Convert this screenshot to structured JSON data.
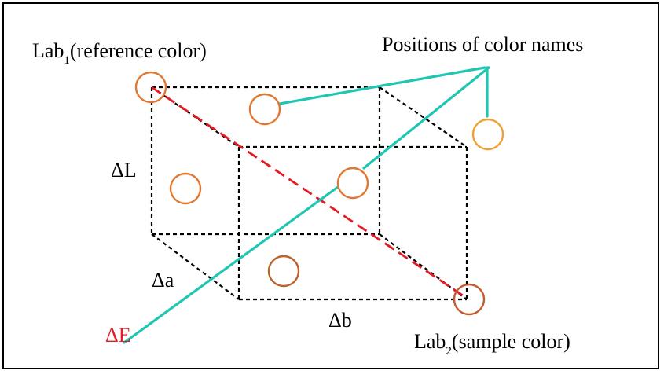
{
  "diagram": {
    "labels": {
      "reference_main": "Lab",
      "reference_sub": "1",
      "reference_suffix": "(reference color)",
      "positions": "Positions of color names",
      "delta_L": "ΔL",
      "delta_a": "Δa",
      "delta_b": "Δb",
      "delta_E": "ΔE",
      "sample_main": "Lab",
      "sample_sub": "2",
      "sample_suffix": "(sample color)"
    },
    "colors": {
      "cube_edges": "#000000",
      "delta_e_line": "#e21b24",
      "delta_e_label": "#e21b24",
      "leader_lines": "#1fc6b2",
      "marker_outline": "#e07830",
      "marker_outline_light": "#f0a033",
      "marker_outline_dark": "#b8642a"
    }
  }
}
